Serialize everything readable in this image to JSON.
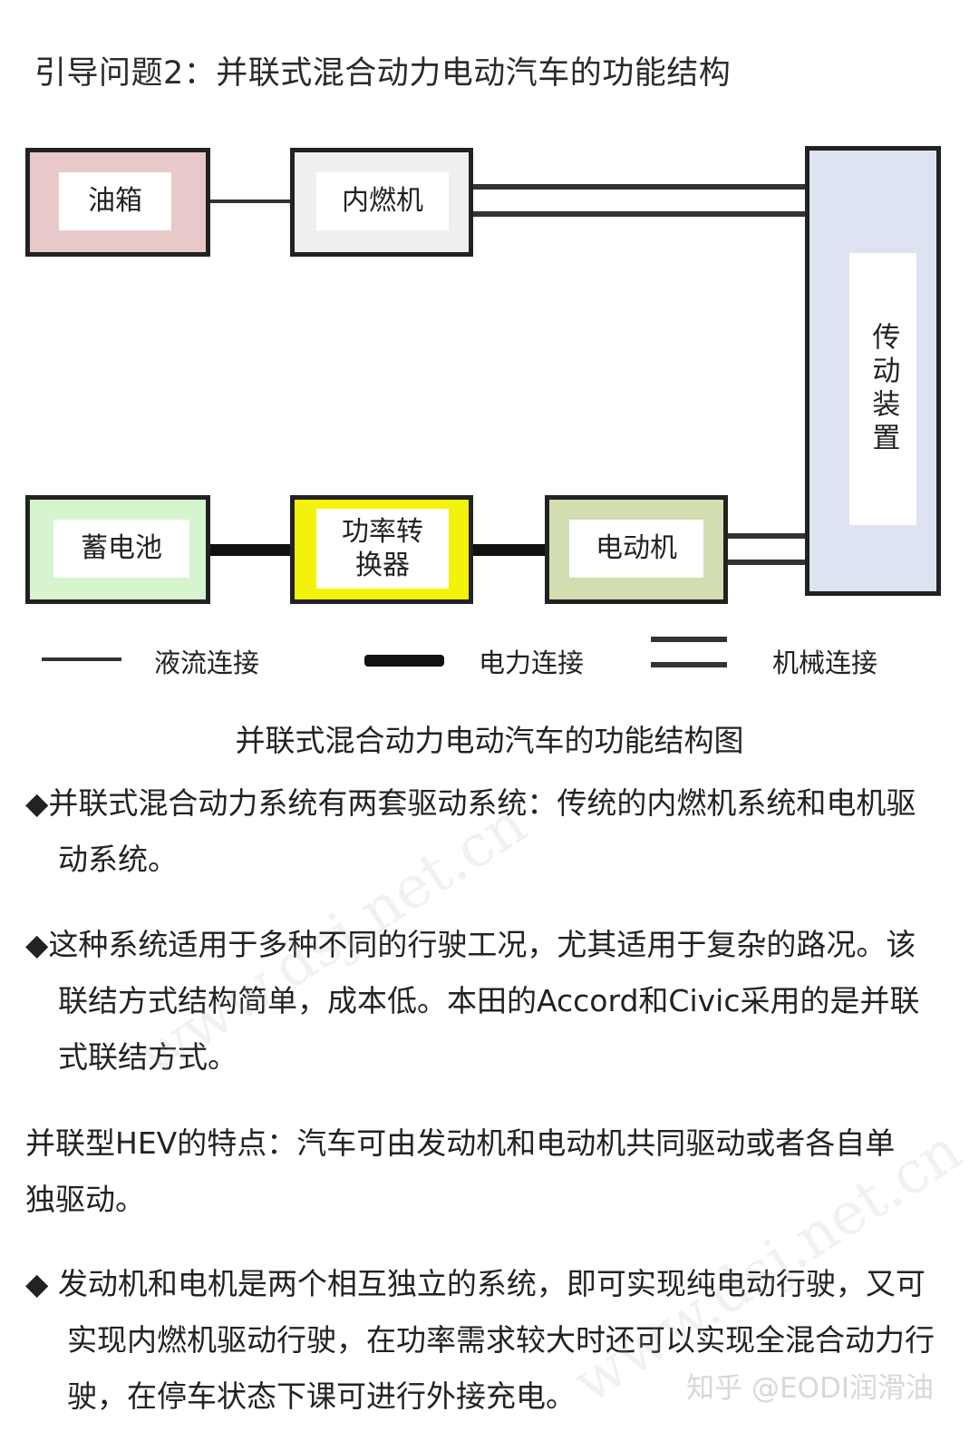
{
  "heading": "引导问题2：并联式混合动力电动汽车的功能结构",
  "diagram": {
    "fuel_tank": "油箱",
    "engine": "内燃机",
    "transmission": "传动装置",
    "battery": "蓄电池",
    "converter": "功率转换器",
    "motor": "电动机",
    "colors": {
      "fuel_tank": "#e8c8c8",
      "engine": "#efefef",
      "transmission": "#dde3f0",
      "battery": "#d6f5cf",
      "converter": "#f2f20a",
      "motor": "#d2ddb0"
    }
  },
  "legend": {
    "fluid": "液流连接",
    "electric": "电力连接",
    "mechanical": "机械连接"
  },
  "caption": "并联式混合动力电动汽车的功能结构图",
  "paragraphs": {
    "p1": "◆并联式混合动力系统有两套驱动系统：传统的内燃机系统和电机驱动系统。",
    "p2": "◆这种系统适用于多种不同的行驶工况，尤其适用于复杂的路况。该联结方式结构简单，成本低。本田的Accord和Civic采用的是并联式联结方式。",
    "p3": "并联型HEV的特点：汽车可由发动机和电动机共同驱动或者各自单独驱动。",
    "p4": "◆ 发动机和电机是两个相互独立的系统，即可实现纯电动行驶，又可实现内燃机驱动行驶，在功率需求较大时还可以实现全混合动力行驶，在停车状态下课可进行外接充电。"
  },
  "credit": "知乎 @EODI润滑油"
}
